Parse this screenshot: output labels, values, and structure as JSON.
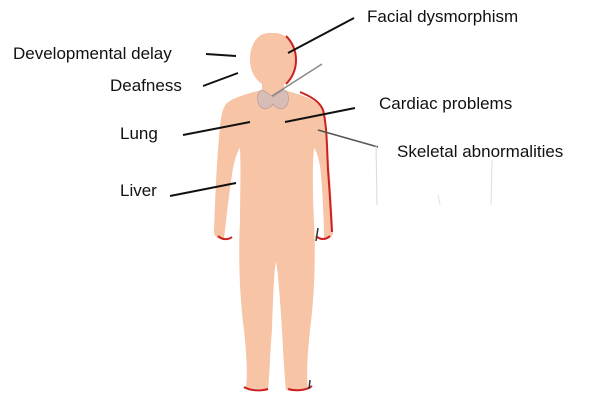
{
  "labels": {
    "facial": "Facial dysmorphism",
    "developmental": "Developmental delay",
    "deafness": "Deafness",
    "cardiac": "Cardiac problems",
    "lung": "Lung",
    "skeletal": "Skeletal abnormalities",
    "liver": "Liver"
  },
  "colors": {
    "skin": "#f8c4a6",
    "outline": "#cc2020",
    "thyroid": "#d7bdb5",
    "leader_line": "#111111",
    "faint_line": "#999999"
  }
}
